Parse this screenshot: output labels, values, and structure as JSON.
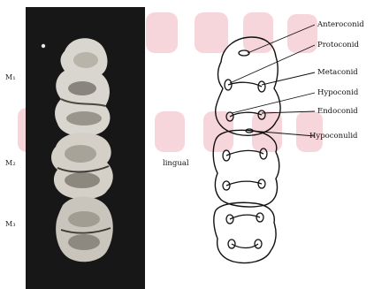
{
  "watermark": {
    "color": "#f5c9cf"
  },
  "photo": {
    "background": "#151515",
    "tooth_labels": [
      "M₁",
      "M₂",
      "M₃"
    ]
  },
  "drawing": {
    "cusp_labels": [
      "Anteroconid",
      "Protoconid",
      "Metaconid",
      "Hypoconid",
      "Endoconid",
      "Hypoconulid"
    ],
    "side_label": "lingual"
  }
}
